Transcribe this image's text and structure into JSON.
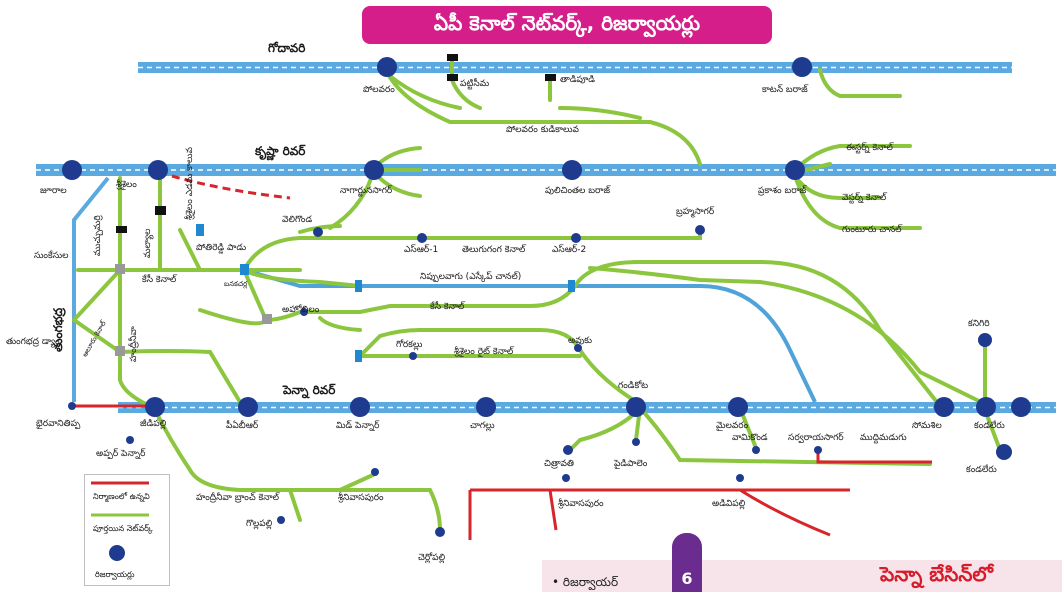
{
  "title": "ఏపీ కెనాల్ నెట్‌వర్క్, రిజర్వాయర్లు",
  "rivers": {
    "godavari": "గోదావరి",
    "krishna": "కృష్ణా రివర్",
    "penna": "పెన్నా రివర్"
  },
  "places": {
    "polavaram": "పోలవరం",
    "pattiseema": "పట్టిసీమ",
    "tadipudi": "తాడిపూడి",
    "cotton_barrage": "కాటన్ బరాజ్",
    "polavaram_canal": "పోలవరం కుడికాలువ",
    "jurala": "జూరాల",
    "srisailam": "శ్రీశైలం",
    "srisailam_left": "శ్రీశైలం ఎడమ కాలువ",
    "nagarjunasagar": "నాగార్జునసాగర్",
    "pulichintala": "పులిచింతల బరాజ్",
    "prakasam": "ప్రకాశం బరాజ్",
    "eastern": "ఈస్టర్న్ కెనాల్",
    "western": "వెస్టర్న్ కెనాల్",
    "guntur": "గుంటూరు చానల్",
    "sunkesula": "సుంకేసుల",
    "muchumarri": "ముచ్చుమర్రి",
    "malyala": "మల్యాల",
    "pothireddy": "పోతిరెడ్డి పాడు",
    "kc_canal": "కేసీ కెనాల్",
    "veligonda": "వెలిగొండ",
    "src1": "ఎస్ఆర్-1",
    "src2": "ఎస్ఆర్-2",
    "telugu_ganga": "తెలుగుగంగ కెనాల్",
    "brahmasagar": "బ్రహ్మసాగర్",
    "banakacherla": "బనకచర్ల",
    "nippulavagu": "నిప్పులవాగు (ఎస్కేప్ చానల్)",
    "kc_canal2": "కేసీ కెనాల్",
    "ahobilam": "అహోబిలం",
    "gorakallu": "గోరకల్లు",
    "srisailam_right": "శ్రీశైలం రైట్ కెనాల్",
    "awuku": "అవుకు",
    "tungabhadra": "తుంగభద్ర",
    "tungabhadra_dam": "తుంగభద్ర డ్యాం",
    "hnss": "హంద్రీనీవా",
    "alur": "ఆలూరు కెనాల్",
    "bhairavanitippa": "భైరవానితిప్ప",
    "jeedipalli": "జీడిపల్లి",
    "upper_penna": "అప్పర్ పెన్నార్",
    "pabr": "పీఏబీఆర్",
    "mid_pennar": "మిడ్ పెన్నార్",
    "chagallu": "చాగల్లు",
    "gandikota": "గండికోట",
    "mylavaram": "మైలవరం",
    "vamikonda": "వామికొండ",
    "sarvarayasagar": "సర్వరాయసాగర్",
    "muddimadugu": "ముద్దిమడుగు",
    "somasila": "సోమశిల",
    "kandaleru": "కండలేరు",
    "kandaleru2": "కండలేరు",
    "kanigiri": "కనిగిరి",
    "chitravathi": "చిత్రావతి",
    "paidipalem": "పైడిపాలెం",
    "hnss_branch": "హంద్రీనీవా బ్రాంచ్ కెనాల్",
    "srinivasapuram": "శ్రీనివాసపురం",
    "srinivasapuram2": "శ్రీనివాసపురం",
    "adivipalli": "అడివిపల్లి",
    "gollapalli": "గొల్లపల్లి",
    "cherlopalli": "చెర్లోపల్లి"
  },
  "legend": {
    "under_construction": "నిర్మాణంలో ఉన్నవి",
    "completed": "పూర్తయిన నెట్‌వర్క్",
    "reservoirs": "రిజర్వాయర్లు"
  },
  "corner": {
    "tab": "6",
    "left_text": "• రిజర్వాయర్",
    "right_text": "పెన్నా బేసిన్‌లో"
  },
  "colors": {
    "river_blue": "#5aa9e0",
    "canal_green": "#8cc63f",
    "under_construction_red": "#d7262b",
    "reservoir_navy": "#1f3b8f",
    "title_magenta": "#d61e8a",
    "escape_channel_blue": "#4fa3d8"
  }
}
